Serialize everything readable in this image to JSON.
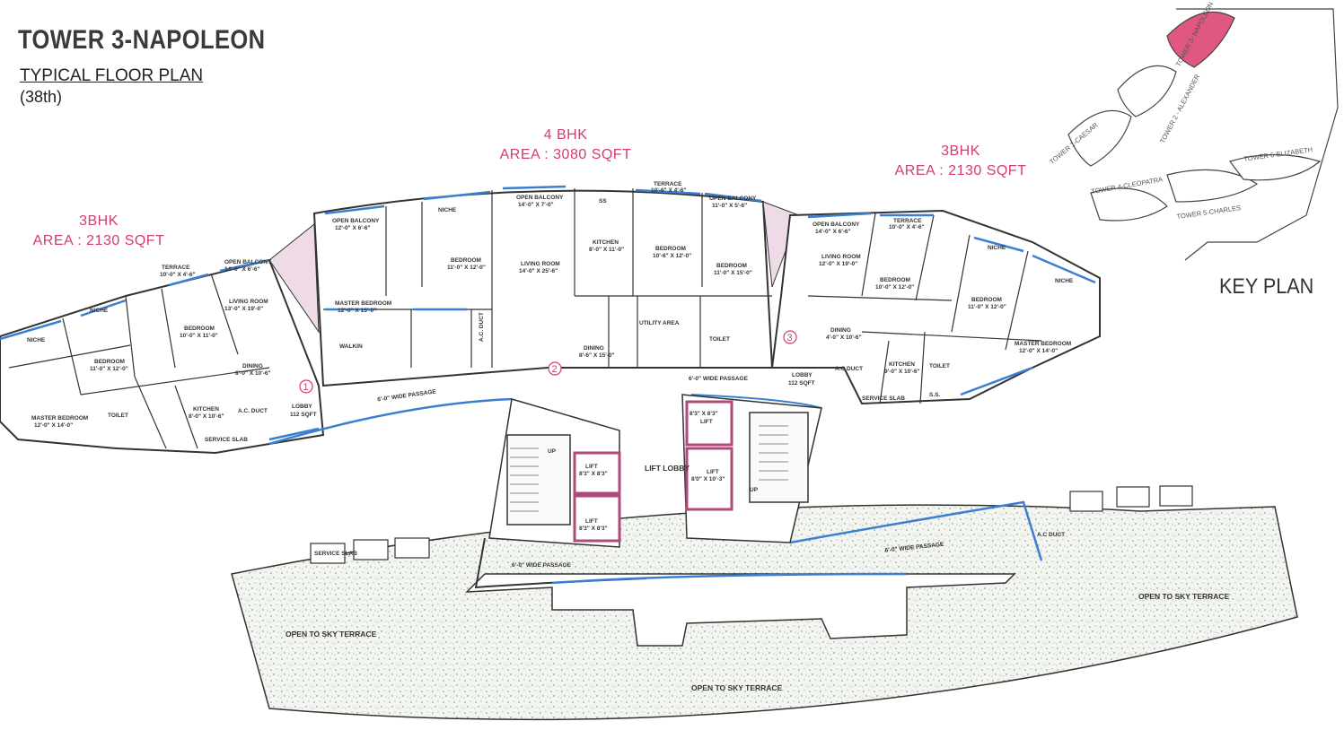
{
  "header": {
    "title": "TOWER 3-NAPOLEON",
    "subtitle": "TYPICAL FLOOR PLAN",
    "floor": "(38th)"
  },
  "units": {
    "left": {
      "type": "3BHK",
      "area": "AREA : 2130 SQFT"
    },
    "center": {
      "type": "4 BHK",
      "area": "AREA : 3080 SQFT"
    },
    "right": {
      "type": "3BHK",
      "area": "AREA : 2130 SQFT"
    }
  },
  "key_plan": {
    "label": "KEY PLAN",
    "towers": [
      "TOWER 1-CAESAR",
      "TOWER 2 - ALEXANDER",
      "TOWER 3- NAPOLEON",
      "TOWER 4-CLEOPATRA",
      "TOWER 5-CHARLES",
      "TOWER 6-ELIZABETH"
    ],
    "highlight_color": "#e0577f"
  },
  "rooms": {
    "left": {
      "niche1": "NICHE",
      "niche2": "NICHE",
      "terrace": "TERRACE",
      "terrace_dim": "10'-0\" X 4'-6\"",
      "open_balcony": "OPEN BALCONY",
      "open_balcony_dim": "14'-0\" X 6'-6\"",
      "living": "LIVING ROOM",
      "living_dim": "13'-0\" X 19'-0\"",
      "bedroom1": "BEDROOM",
      "bedroom1_dim": "11'-0\" X 12'-0\"",
      "bedroom2": "BEDROOM",
      "bedroom2_dim": "10'-0\" X 11'-0\"",
      "master": "MASTER BEDROOM",
      "master_dim": "12'-0\" X 14'-0\"",
      "dining": "DINING",
      "dining_dim": "8'-0\" X 10'-6\"",
      "kitchen": "KITCHEN",
      "kitchen_dim": "8'-0\" X 10'-6\"",
      "toilet": "TOILET",
      "ac_duct": "A.C. DUCT",
      "service_slab": "SERVICE SLAB",
      "lobby": "LOBBY",
      "lobby_area": "112 SQFT"
    },
    "center": {
      "open_balcony1": "OPEN BALCONY",
      "open_balcony1_dim": "12'-0\" X 6'-6\"",
      "niche": "NICHE",
      "open_balcony2": "OPEN BALCONY",
      "open_balcony2_dim": "14'-0\" X 7'-0\"",
      "ss": "SS",
      "terrace": "TERRACE",
      "terrace_dim": "10'-6\" X 4'-6\"",
      "open_balcony3": "OPEN BALCONY",
      "open_balcony3_dim": "11'-0\" X 5'-6\"",
      "master": "MASTER BEDROOM",
      "master_dim": "12'-0\" X 15'-0\"",
      "bedroom1": "BEDROOM",
      "bedroom1_dim": "11'-0\" X 12'-0\"",
      "living": "LIVING ROOM",
      "living_dim": "14'-0\" X 25'-6\"",
      "kitchen": "KITCHEN",
      "kitchen_dim": "8'-0\" X 11'-0\"",
      "bedroom2": "BEDROOM",
      "bedroom2_dim": "10'-6\" X 12'-0\"",
      "bedroom3": "BEDROOM",
      "bedroom3_dim": "11'-0\" X 15'-0\"",
      "walkin": "WALKIN",
      "ac_duct": "A.C. DUCT",
      "dining": "DINING",
      "dining_dim": "8'-6\" X 15'-0\"",
      "utility": "UTILITY AREA",
      "toilet": "TOILET"
    },
    "right": {
      "open_balcony": "OPEN BALCONY",
      "open_balcony_dim": "14'-0\" X 6'-6\"",
      "terrace": "TERRACE",
      "terrace_dim": "10'-0\" X 4'-6\"",
      "niche1": "NICHE",
      "niche2": "NICHE",
      "living": "LIVING ROOM",
      "living_dim": "12'-0\" X 19'-0\"",
      "bedroom1": "BEDROOM",
      "bedroom1_dim": "10'-0\" X 12'-0\"",
      "bedroom2": "BEDROOM",
      "bedroom2_dim": "11'-0\" X 12'-0\"",
      "master": "MASTER BEDROOM",
      "master_dim": "12'-0\" X 14'-0\"",
      "dining": "DINING",
      "dining_dim": "4'-0\" X 10'-6\"",
      "kitchen": "KITCHEN",
      "kitchen_dim": "9'-0\" X 10'-6\"",
      "toilet": "TOILET",
      "ac_duct": "A.C DUCT",
      "service_slab": "SERVICE SLAB",
      "ss": "S.S.",
      "lobby": "LOBBY",
      "lobby_area": "112 SQFT"
    }
  },
  "core": {
    "passage_left": "6'-0\" WIDE PASSAGE",
    "passage_right": "6'-0\" WIDE PASSAGE",
    "passage_low_left": "6'-0\" WIDE PASSAGE",
    "passage_low_right": "6'-0\" WIDE PASSAGE",
    "lift_lobby": "LIFT LOBBY",
    "lift1": "LIFT",
    "lift1_dim": "8'3\" X 8'3\"",
    "lift2": "LIFT",
    "lift2_dim": "8'3\" X 8'3\"",
    "lift3": "LIFT",
    "lift3_dim": "8'3\" X 8'3\"",
    "lift4": "LIFT",
    "lift4_dim": "8'0\" X 10'-3\"",
    "up1": "UP",
    "up2": "UP",
    "marker1": "1",
    "marker2": "2",
    "marker3": "3",
    "service_slab": "SERVICE SLAB",
    "ac_duct": "A.C DUCT"
  },
  "terraces": {
    "left": "OPEN TO SKY TERRACE",
    "center": "OPEN TO SKY TERRACE",
    "right": "OPEN TO SKY TERRACE"
  },
  "colors": {
    "wall": "#333333",
    "window": "#3b7fd1",
    "lift": "#b04a7a",
    "accent": "#d63b6e",
    "terrace_fill": "#e9eee6"
  }
}
